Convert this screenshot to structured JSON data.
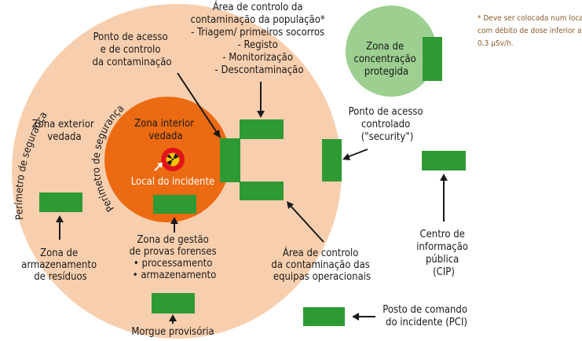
{
  "colors": {
    "outer_zone": "#f8cfae",
    "inner_zone": "#ec6a12",
    "protected_zone": "#9ccf90",
    "green_box": "#2e9a34",
    "note_text": "#8a5a2a",
    "incident_red": "#e3131b"
  },
  "icons": {
    "incident": "radiation-hazard-icon"
  },
  "labels": {
    "perimeter_outer": "Perímetro de segurança",
    "perimeter_inner": "Perímetro de segurança",
    "zone_exterior": [
      "Zona exterior",
      "vedada"
    ],
    "zone_interior": [
      "Zona interior",
      "vedada"
    ],
    "incident_site": "Local do incidente",
    "access_point": [
      "Ponto de acesso",
      "e de controlo",
      "da contaminação"
    ],
    "population_area": [
      "Área de controlo da",
      "contaminação da população*",
      "- Triagem/ primeiros socorros",
      "- Registo",
      "- Monitorização",
      "- Descontaminação"
    ],
    "protected_zone": [
      "Zona de",
      "concentração",
      "protegida"
    ],
    "note": [
      "* Deve ser colocada num local",
      "com débito de dose inferior a",
      "0,3 µSv/h."
    ],
    "security_point": [
      "Ponto de acesso",
      "controlado",
      "(\"security\")"
    ],
    "cip": [
      "Centro de",
      "informação",
      "pública",
      "(CIP)"
    ],
    "waste_storage": [
      "Zona de",
      "armazenamento",
      "de resíduos"
    ],
    "forensics": [
      "Zona de gestão",
      "de provas forenses",
      "• processamento",
      "• armazenamento"
    ],
    "team_area": [
      "Área de controlo",
      "da contaminação das",
      "equipas operacionais"
    ],
    "morgue": "Morgue provisória",
    "command_post": [
      "Posto de comando",
      "do incidente (PCI)"
    ]
  }
}
